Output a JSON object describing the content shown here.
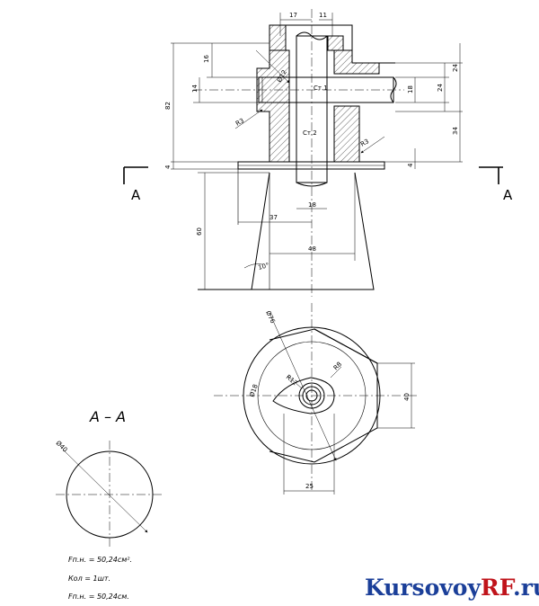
{
  "section_marks": {
    "left": "A",
    "right": "A"
  },
  "section_title": "А – А",
  "front_view": {
    "dims": {
      "top_17": "17",
      "top_11": "11",
      "h_16": "16",
      "h_14": "14",
      "h_82": "82",
      "h_4_left": "4",
      "r_24_top": "24",
      "r_24_mid": "24",
      "r_18": "18",
      "r_34": "34",
      "r_4": "4",
      "w_18": "18",
      "w_37": "37",
      "w_48": "48",
      "h_60": "60",
      "angle_10": "10°",
      "phi12": "Ø12",
      "r3_a": "R3",
      "r3_b": "R3",
      "ct1": "Ст.1",
      "ct2": "Ст.2"
    }
  },
  "top_view": {
    "dims": {
      "phi76": "Ø76",
      "r12": "R12",
      "r8": "R8",
      "phi18": "Ø18",
      "w40": "40",
      "w25": "25"
    }
  },
  "section_view": {
    "dims": {
      "phi40": "Ø40"
    }
  },
  "notes": [
    "Fп.н.   =  50,24см².",
    "Кол   =  1шт.",
    "Fп.н.   =  50,24см."
  ],
  "watermark": {
    "part1": "Kursovoy",
    "part2": "RF",
    "part3": ".ru"
  }
}
